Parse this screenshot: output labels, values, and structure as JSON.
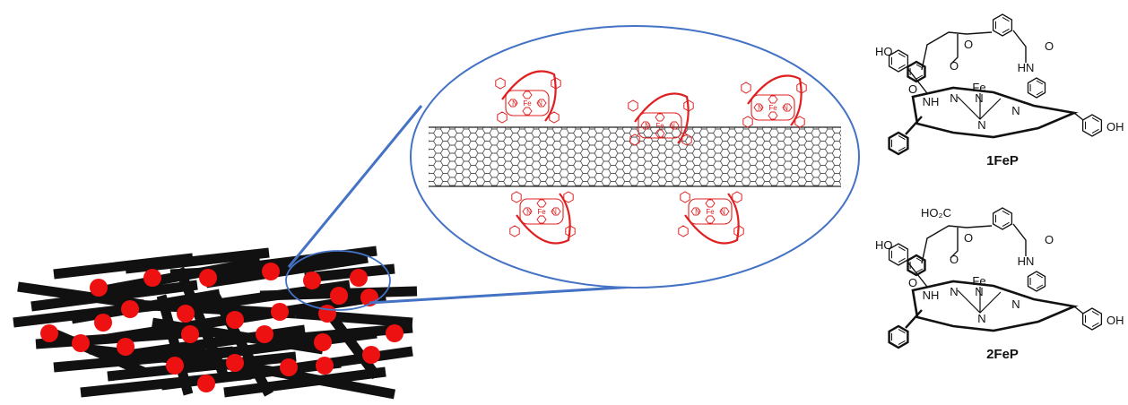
{
  "colors": {
    "tube": "#111111",
    "porphyrin": "#e02020",
    "dot": "#ee1111",
    "zoom_line": "#4472c4",
    "structure": "#111111"
  },
  "nanotube_porphyrin_label": {
    "n": "N",
    "fe": "Fe"
  },
  "compounds": [
    {
      "name": "1FeP",
      "atoms": {
        "fe": "Fe",
        "n": "N",
        "nh": "NH",
        "hn": "HN",
        "o": "O",
        "ho": "HO",
        "oh": "OH"
      }
    },
    {
      "name": "2FeP",
      "atoms": {
        "fe": "Fe",
        "n": "N",
        "nh": "NH",
        "hn": "HN",
        "o": "O",
        "ho": "HO",
        "oh": "OH",
        "co2h": "HO₂C"
      }
    }
  ]
}
